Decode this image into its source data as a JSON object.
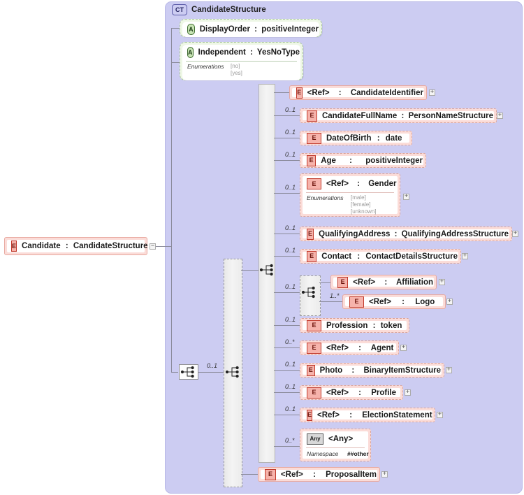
{
  "diagram": {
    "type": "xsd-schema-diagram",
    "root": {
      "icon": "E",
      "name": "Candidate",
      "separator": ":",
      "type": "CandidateStructure",
      "expander": "−"
    },
    "complex_type": {
      "badge": "CT",
      "title": "CandidateStructure"
    },
    "attributes": [
      {
        "icon": "A",
        "name": "DisplayOrder",
        "separator": ":",
        "type": "positiveInteger",
        "enum_label": null,
        "enums": []
      },
      {
        "icon": "A",
        "name": "Independent",
        "separator": ":",
        "type": "YesNoType",
        "enum_label": "Enumerations",
        "enums": [
          "[no]",
          "[yes]"
        ]
      }
    ],
    "outer_sequence": {
      "icon": "sequence-icon",
      "cardinality": "0..1"
    },
    "inner_sequence": {
      "icon": "sequence-icon"
    },
    "elements": [
      {
        "icon": "E",
        "name": "<Ref>",
        "separator": ":",
        "type": "CandidateIdentifier",
        "cardinality": "",
        "dashed": false,
        "expander": "+",
        "enum_label": null,
        "enums": []
      },
      {
        "icon": "E",
        "name": "CandidateFullName",
        "separator": ":",
        "type": "PersonNameStructure",
        "cardinality": "0..1",
        "dashed": true,
        "expander": "+",
        "enum_label": null,
        "enums": []
      },
      {
        "icon": "E",
        "name": "DateOfBirth",
        "separator": ":",
        "type": "date",
        "cardinality": "0..1",
        "dashed": true,
        "expander": null,
        "enum_label": null,
        "enums": []
      },
      {
        "icon": "E",
        "name": "Age",
        "separator": ":",
        "type": "positiveInteger",
        "cardinality": "0..1",
        "dashed": true,
        "expander": null,
        "enum_label": null,
        "enums": []
      },
      {
        "icon": "E",
        "name": "<Ref>",
        "separator": ":",
        "type": "Gender",
        "cardinality": "0..1",
        "dashed": true,
        "expander": "+",
        "enum_label": "Enumerations",
        "enums": [
          "[male]",
          "[female]",
          "[unknown]"
        ]
      },
      {
        "icon": "E",
        "name": "QualifyingAddress",
        "separator": ":",
        "type": "QualifyingAddressStructure",
        "cardinality": "0..1",
        "dashed": true,
        "expander": "+",
        "enum_label": null,
        "enums": []
      },
      {
        "icon": "E",
        "name": "Contact",
        "separator": ":",
        "type": "ContactDetailsStructure",
        "cardinality": "0..1",
        "dashed": true,
        "expander": "+",
        "enum_label": null,
        "enums": []
      },
      {
        "icon": "E",
        "name": "Profession",
        "separator": ":",
        "type": "token",
        "cardinality": "0..1",
        "dashed": true,
        "expander": null,
        "enum_label": null,
        "enums": []
      },
      {
        "icon": "E",
        "name": "<Ref>",
        "separator": ":",
        "type": "Agent",
        "cardinality": "0..*",
        "dashed": true,
        "expander": "+",
        "enum_label": null,
        "enums": []
      },
      {
        "icon": "E",
        "name": "Photo",
        "separator": ":",
        "type": "BinaryItemStructure",
        "cardinality": "0..1",
        "dashed": true,
        "expander": "+",
        "enum_label": null,
        "enums": []
      },
      {
        "icon": "E",
        "name": "<Ref>",
        "separator": ":",
        "type": "Profile",
        "cardinality": "0..1",
        "dashed": true,
        "expander": "+",
        "enum_label": null,
        "enums": []
      },
      {
        "icon": "E",
        "name": "<Ref>",
        "separator": ":",
        "type": "ElectionStatement",
        "cardinality": "0..1",
        "dashed": true,
        "expander": "+",
        "enum_label": null,
        "enums": []
      }
    ],
    "nested_group": {
      "cardinality": "0..1",
      "icon": "sequence-icon",
      "children": [
        {
          "icon": "E",
          "name": "<Ref>",
          "separator": ":",
          "type": "Affiliation",
          "cardinality": "",
          "dashed": false,
          "expander": "+"
        },
        {
          "icon": "E",
          "name": "<Ref>",
          "separator": ":",
          "type": "Logo",
          "cardinality": "1..*",
          "dashed": false,
          "expander": "+"
        }
      ]
    },
    "any_element": {
      "icon": "Any",
      "name": "<Any>",
      "cardinality": "0..*",
      "property_label": "Namespace",
      "property_value": "##other"
    },
    "proposal_item": {
      "icon": "E",
      "name": "<Ref>",
      "separator": ":",
      "type": "ProposalItem",
      "expander": "+"
    }
  }
}
